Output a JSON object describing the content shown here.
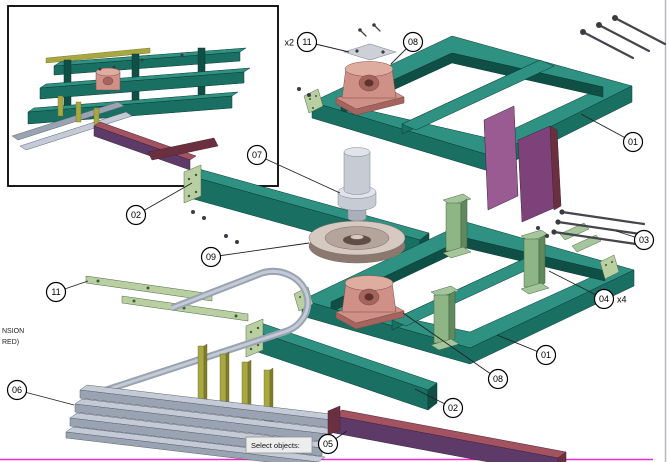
{
  "command_line": {
    "prompt": "Select objects:"
  },
  "annotations": {
    "left_note_line1": "NSION",
    "left_note_line2": "RED)",
    "callouts": [
      {
        "id": "11",
        "note": "x2"
      },
      {
        "id": "08",
        "note": ""
      },
      {
        "id": "01",
        "note": ""
      },
      {
        "id": "02",
        "note": ""
      },
      {
        "id": "07",
        "note": ""
      },
      {
        "id": "03",
        "note": ""
      },
      {
        "id": "09",
        "note": ""
      },
      {
        "id": "04",
        "note": "x4"
      },
      {
        "id": "11",
        "note": ""
      },
      {
        "id": "01",
        "note": ""
      },
      {
        "id": "08",
        "note": ""
      },
      {
        "id": "06",
        "note": ""
      },
      {
        "id": "02",
        "note": ""
      },
      {
        "id": "05",
        "note": ""
      }
    ]
  },
  "colors": {
    "teal-top": "#2e9181",
    "teal-front": "#1a6f63",
    "teal-dark": "#0f4f46",
    "edge-teal": "#0a3b34",
    "green-plate": "#b9cfa2",
    "green-light": "#a5c59d",
    "green-mid": "#8db585",
    "green-dark": "#60895f",
    "pink": "#cf9088",
    "pink-light": "#dfaca0",
    "pink-dark": "#a5645d",
    "pink-edge": "#7c4a44",
    "bore": "#5e332e",
    "purple": "#9a5a92",
    "purple-dark": "#7c4279",
    "violet": "#5e3a69",
    "maroon-top": "#a3525f",
    "maroon-dark": "#6b3040",
    "steel-light": "#c4cbd7",
    "steel-mid": "#9aa3b2",
    "steel-dark": "#747d8e",
    "gray-plate": "#cdd0d8",
    "olive": "#a9a742",
    "olive-dark": "#7d7c2c",
    "shaft": "#c6cbd4",
    "shaft-light": "#e0e3e9",
    "shaft-dark": "#a9afbb",
    "wheel-light": "#d6c9c2",
    "wheel-mid": "#b5a49c",
    "wheel-dark": "#8b7970",
    "hub": "#5f4e47",
    "bolt": "#45454d",
    "magenta": "#ee2bc4",
    "page-edge": "#b2b6c0",
    "callout-stroke": "#000000",
    "leader": "#222222"
  }
}
